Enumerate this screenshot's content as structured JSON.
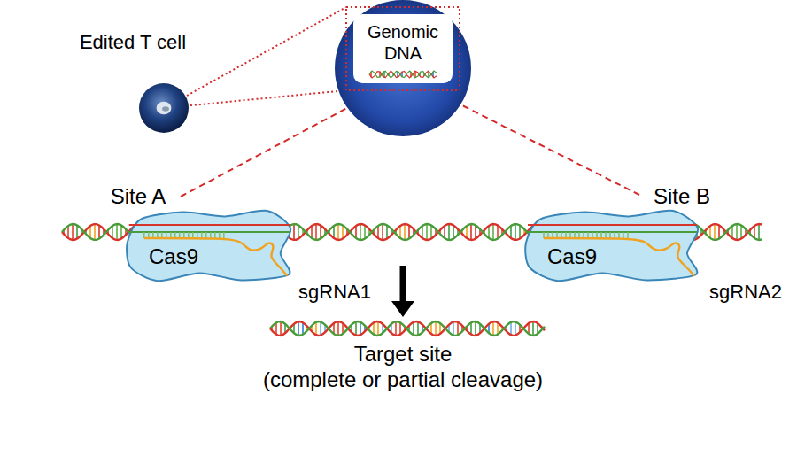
{
  "diagram": {
    "nodes": [
      {
        "text": [
          "Edited T cell"
        ]
      },
      {
        "text": [
          "Genomic DNA"
        ]
      },
      {
        "text": [
          "Cas9"
        ]
      },
      {
        "text": [
          "Cas9"
        ]
      }
    ],
    "edges": [
      {
        "from": 0,
        "to": 1,
        "arrow": "none"
      }
    ],
    "labels": [
      "Site A",
      "Site B",
      "sgRNA1",
      "sgRNA2",
      "Target site",
      "(complete or partial cleavage)"
    ]
  }
}
